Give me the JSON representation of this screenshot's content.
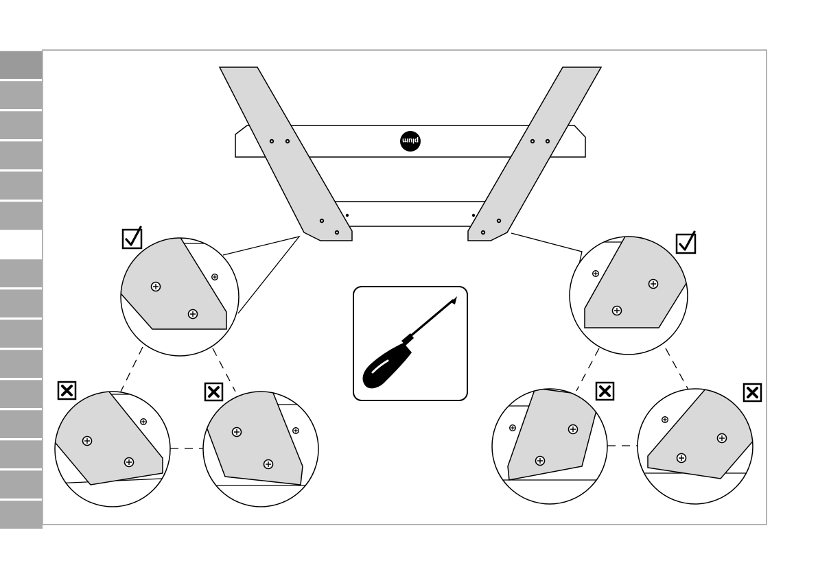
{
  "page": {
    "logo_text": "plum",
    "tab_groups": [
      {
        "count": 6
      },
      {
        "count": 9
      }
    ]
  },
  "callouts": [
    {
      "side": "left",
      "status": "correct",
      "icon": "checkbox-check-icon"
    },
    {
      "side": "left",
      "status": "incorrect",
      "icon": "checkbox-cross-icon"
    },
    {
      "side": "left",
      "status": "incorrect",
      "icon": "checkbox-cross-icon"
    },
    {
      "side": "right",
      "status": "correct",
      "icon": "checkbox-check-icon"
    },
    {
      "side": "right",
      "status": "incorrect",
      "icon": "checkbox-cross-icon"
    },
    {
      "side": "right",
      "status": "incorrect",
      "icon": "checkbox-cross-icon"
    }
  ],
  "tool": {
    "icon": "screwdriver-icon"
  },
  "colors": {
    "part_fill": "#d9d9d9",
    "stroke": "#000000",
    "frame": "#b3b3b3",
    "tab": "#a9a9a9"
  }
}
